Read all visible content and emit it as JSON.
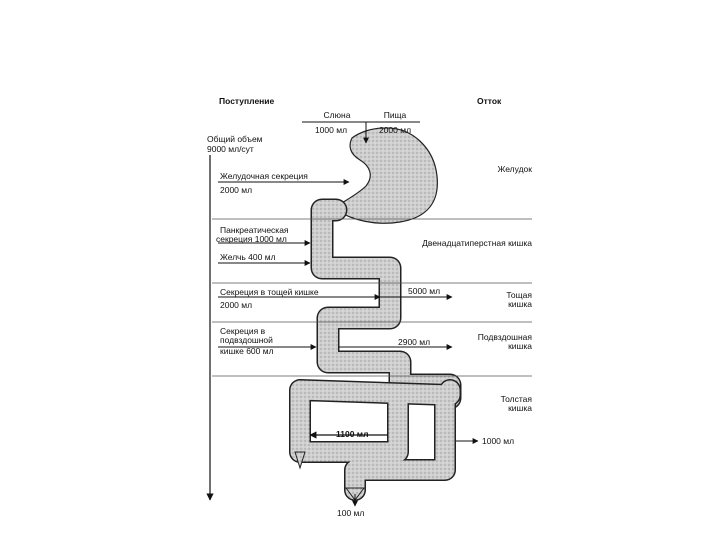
{
  "headers": {
    "intake": "Поступление",
    "outflow": "Отток"
  },
  "sources": {
    "saliva_label": "Слюна",
    "saliva_value": "1000 мл",
    "food_label": "Пища",
    "food_value": "2000 мл"
  },
  "total": {
    "line1": "Общий объем",
    "line2": "9000 мл/сут"
  },
  "inputs": {
    "gastric": {
      "line1": "Желудочная секреция",
      "line2": "2000 мл"
    },
    "pancreatic": {
      "line1": "Панкреатическая",
      "line2": "секреция 1000 мл"
    },
    "bile": {
      "line1": "Желчь 400 мл"
    },
    "jejunal": {
      "line1": "Секреция в тощей кишке",
      "line2": "2000 мл"
    },
    "ileal": {
      "line1": "Секреция в",
      "line2": "подвздошной",
      "line3": "кишке 600 мл"
    }
  },
  "absorption": {
    "jejunum_value": "5000 мл",
    "ileum_value": "2900 мл",
    "colon_value": "1100 мл",
    "colon_out_value": "1000 мл",
    "feces_value": "100 мл"
  },
  "organs": {
    "stomach": "Желудок",
    "duodenum": "Двенадцатиперстная кишка",
    "jejunum_line1": "Тощая",
    "jejunum_line2": "кишка",
    "ileum_line1": "Подвздошная",
    "ileum_line2": "кишка",
    "colon_line1": "Толстая",
    "colon_line2": "кишка"
  }
}
